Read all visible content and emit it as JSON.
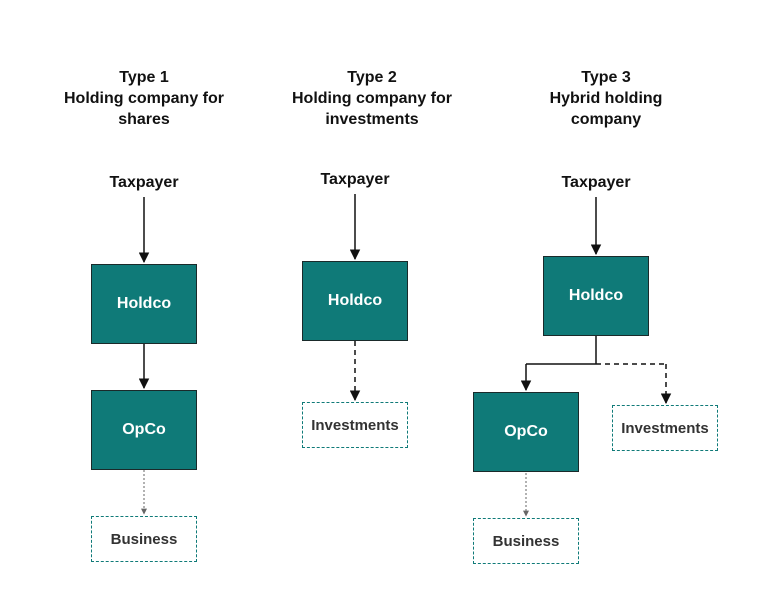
{
  "columns": [
    {
      "title": [
        "Type 1",
        "Holding company for",
        "shares"
      ],
      "taxpayer": "Taxpayer",
      "holdco": "Holdco",
      "opco": "OpCo",
      "business": "Business"
    },
    {
      "title": [
        "Type 2",
        "Holding company for",
        "investments"
      ],
      "taxpayer": "Taxpayer",
      "holdco": "Holdco",
      "investments": "Investments"
    },
    {
      "title": [
        "Type 3",
        "Hybrid holding",
        "company"
      ],
      "taxpayer": "Taxpayer",
      "holdco": "Holdco",
      "opco": "OpCo",
      "investments": "Investments",
      "business": "Business"
    }
  ],
  "colors": {
    "box_fill": "#0f7a78",
    "box_border": "#1a2a2a",
    "dashed_border": "#0f7a78",
    "text_dark": "#111111"
  }
}
